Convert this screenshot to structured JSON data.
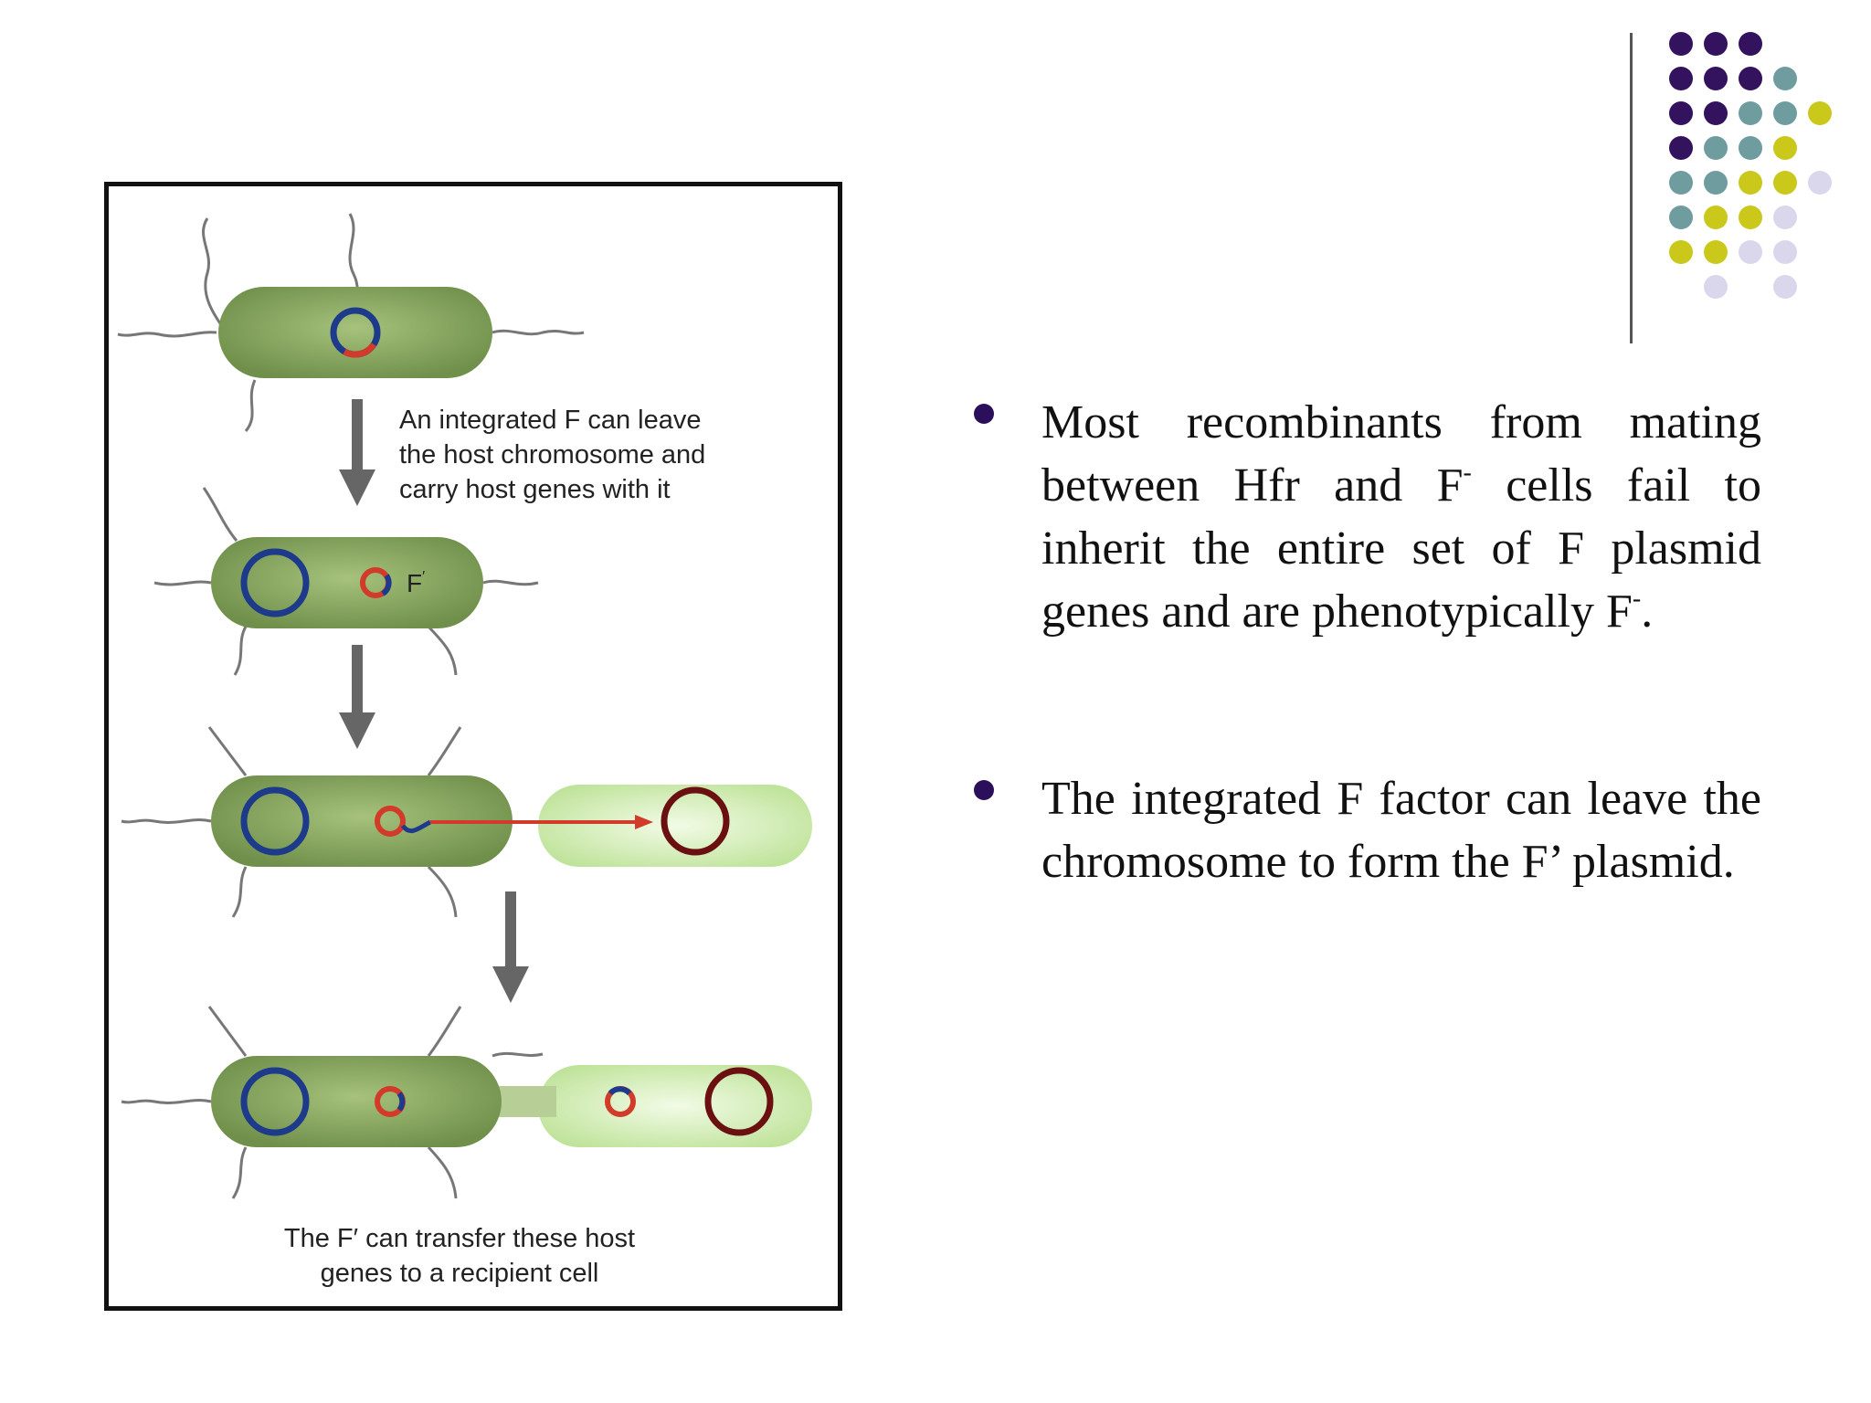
{
  "decoration": {
    "colors": [
      "#33125e",
      "#6f9c9e",
      "#c9c81b",
      "#dad7ec"
    ],
    "rows": [
      [
        0,
        0,
        0,
        null,
        null
      ],
      [
        0,
        0,
        0,
        1,
        null
      ],
      [
        0,
        0,
        1,
        1,
        2
      ],
      [
        0,
        1,
        1,
        2,
        null
      ],
      [
        1,
        1,
        2,
        2,
        3
      ],
      [
        1,
        2,
        2,
        3,
        null
      ],
      [
        2,
        2,
        3,
        3,
        null
      ],
      [
        null,
        3,
        null,
        3,
        null
      ]
    ]
  },
  "figure": {
    "caption_top": [
      "An integrated F can leave",
      "the host chromosome and",
      "carry host genes with it"
    ],
    "f_prime_label": "F",
    "f_prime_mark": "′",
    "caption_bottom": [
      "The F′ can transfer these host",
      "genes to a recipient cell"
    ],
    "colors": {
      "cell_fill": "#93b06a",
      "recipient_fill": "#d9f0bf",
      "chromosome": "#1e3a8a",
      "plasmid": "#d23a2a",
      "recipient_plasmid": "#6b1010",
      "arrow": "#666666"
    }
  },
  "bullets": [
    {
      "parts": [
        "Most recombinants from mating between Hfr and F",
        "-",
        " cells fail to inherit the entire set of F plasmid genes and are phenotypically F",
        "-",
        "."
      ]
    },
    {
      "parts": [
        "The integrated F factor can leave the chromosome to form the F’ plasmid."
      ]
    }
  ]
}
